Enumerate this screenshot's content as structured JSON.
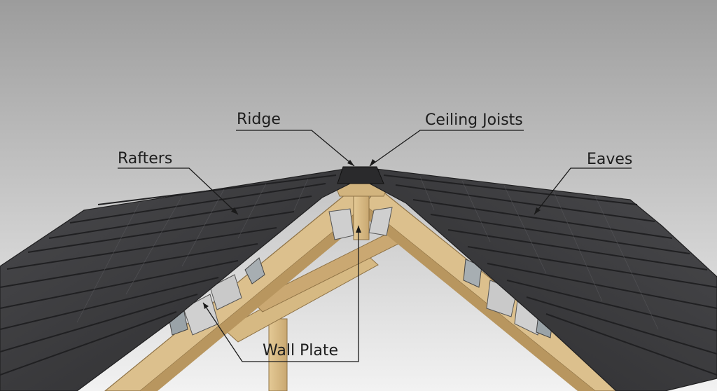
{
  "labels": {
    "ridge": "Ridge",
    "ceiling_joists": "Ceiling Joists",
    "rafters": "Rafters",
    "eaves": "Eaves",
    "wall_plate": "Wall Plate"
  },
  "colors": {
    "background_top": "#9c9c9c",
    "background_bottom": "#f2f2f2",
    "roof_tile": "#3a3a3c",
    "roof_tile_light": "#4a4a4d",
    "timber": "#d9bd8a",
    "timber_dark": "#b8965f",
    "concrete": "#c8c8c8",
    "metal": "#9aa3a8",
    "line": "#1a1a1a"
  }
}
